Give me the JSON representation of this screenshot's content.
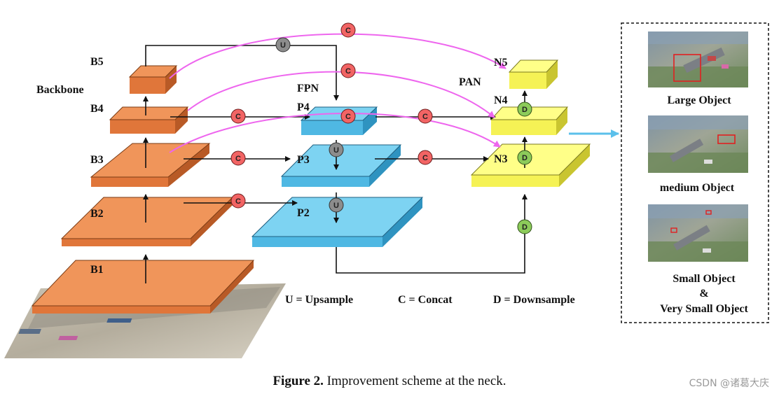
{
  "labels": {
    "b1": "B1",
    "b2": "B2",
    "b3": "B3",
    "b4": "B4",
    "b5": "B5",
    "backbone": "Backbone",
    "fpn": "FPN",
    "pan": "PAN",
    "p2": "P2",
    "p3": "P3",
    "p4": "P4",
    "n3": "N3",
    "n4": "N4",
    "n5": "N5"
  },
  "ops": {
    "upsample": "U",
    "concat": "C",
    "downsample": "D"
  },
  "legend": {
    "upsample": "U = Upsample",
    "concat": "C = Concat",
    "downsample": "D = Downsample"
  },
  "panel": {
    "large": "Large Object",
    "medium": "medium Object",
    "small": "Small Object",
    "amp": "&",
    "very_small": "Very Small Object"
  },
  "caption": {
    "prefix": "Figure 2.",
    "text": " Improvement scheme at the neck."
  },
  "watermark": "CSDN @诸葛大庆",
  "colors": {
    "backbone": "#F0955A",
    "fpn": "#7DD3F2",
    "pan": "#FFFF88",
    "concat": "#F26464",
    "upsample": "#8C8C8C",
    "downsample": "#8CCB5A",
    "skip": "#EE66EE",
    "output_arrow": "#5BC0EB"
  }
}
